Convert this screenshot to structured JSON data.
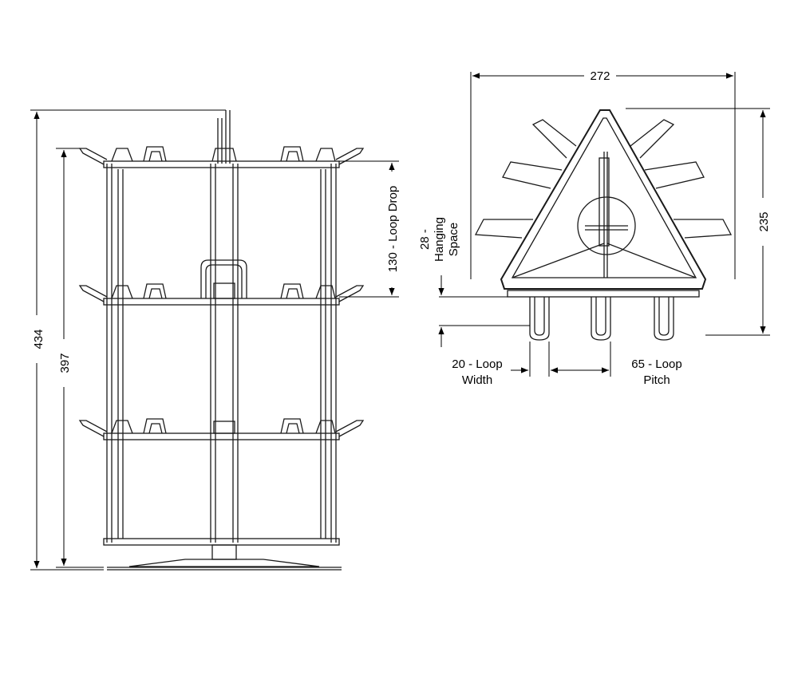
{
  "front_view": {
    "dim_total_height": "434",
    "dim_body_height": "397",
    "dim_loop_drop": "130 - Loop Drop"
  },
  "top_view": {
    "dim_width": "272",
    "dim_depth": "235",
    "dim_hanging_space_num": "28 -",
    "dim_hanging_space_l1": "Hanging",
    "dim_hanging_space_l2": "Space",
    "dim_loop_width_l1": "20 - Loop",
    "dim_loop_width_l2": "Width",
    "dim_loop_pitch_l1": "65 - Loop",
    "dim_loop_pitch_l2": "Pitch"
  }
}
